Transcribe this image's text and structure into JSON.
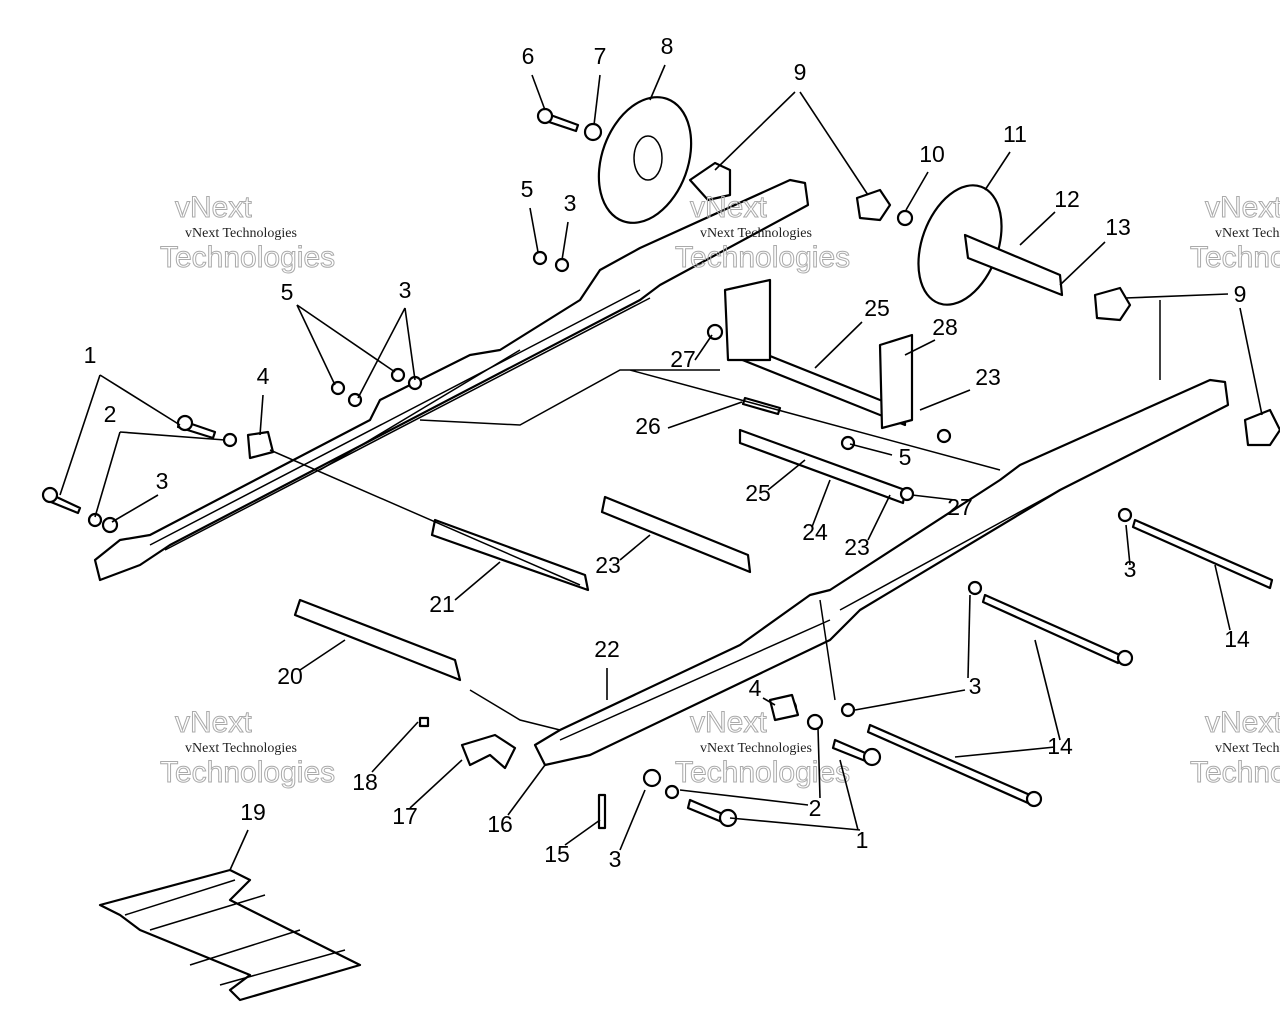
{
  "diagram": {
    "type": "exploded parts diagram",
    "callouts": [
      "1",
      "2",
      "3",
      "4",
      "5",
      "3",
      "5",
      "3",
      "6",
      "7",
      "8",
      "9",
      "10",
      "11",
      "12",
      "13",
      "9",
      "25",
      "28",
      "23",
      "27",
      "26",
      "5",
      "25",
      "24",
      "23",
      "27",
      "3",
      "14",
      "23",
      "21",
      "20",
      "22",
      "3",
      "14",
      "18",
      "17",
      "16",
      "15",
      "3",
      "2",
      "1",
      "4",
      "19"
    ]
  },
  "watermark": {
    "line_small": "vNext Technologies",
    "line_big_1": "vNext",
    "line_big_2": "Technologies"
  }
}
